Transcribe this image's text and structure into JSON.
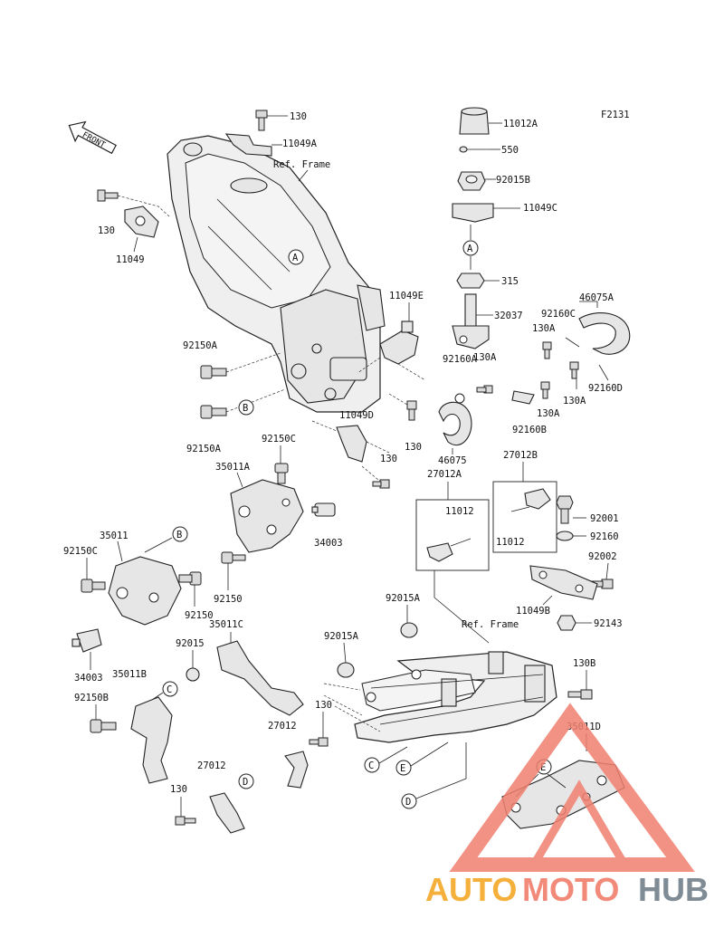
{
  "figure_code": "F2131",
  "front_arrow_label": "FRONT",
  "ref_frame_label": "Ref. Frame",
  "watermark": {
    "text_auto": "AUTO",
    "text_moto": "MOTO",
    "text_hub": "HUB",
    "colors": {
      "auto": "#f5b03c",
      "moto": "#f28a7a",
      "hub": "#7f8c96",
      "triangle": "#f08070"
    }
  },
  "callouts": {
    "a1": "A",
    "a2": "A",
    "b1": "B",
    "b2": "B",
    "c1": "C",
    "c2": "C",
    "d1": "D",
    "d2": "D",
    "e1": "E",
    "e2": "E"
  },
  "parts": {
    "p130_top": "130",
    "p11049A": "11049A",
    "p130_left": "130",
    "p11049": "11049",
    "p11012A": "11012A",
    "p550": "550",
    "p92015B": "92015B",
    "p11049C": "11049C",
    "p315": "315",
    "p32037": "32037",
    "p92160C": "92160C",
    "p46075A": "46075A",
    "p130A_1": "130A",
    "p130A_2": "130A",
    "p130A_3": "130A",
    "p130A_4": "130A",
    "p92160D": "92160D",
    "p92160A": "92160A",
    "p92160B": "92160B",
    "p46075": "46075",
    "p11049E": "11049E",
    "p92150A_1": "92150A",
    "p92150A_2": "92150A",
    "p11049D": "11049D",
    "p130_mid": "130",
    "p130_mid2": "130",
    "p92150C_top": "92150C",
    "p35011A": "35011A",
    "p27012A": "27012A",
    "p27012B": "27012B",
    "p11012_1": "11012",
    "p11012_2": "11012",
    "p92001": "92001",
    "p92160": "92160",
    "p92002": "92002",
    "p11049B": "11049B",
    "p92143": "92143",
    "p34003_1": "34003",
    "p35011": "35011",
    "p92150C_left": "92150C",
    "p92150_1": "92150",
    "p92150_2": "92150",
    "p92015A_1": "92015A",
    "p92015A_2": "92015A",
    "p35011C": "35011C",
    "p92015": "92015",
    "p34003_2": "34003",
    "p35011B": "35011B",
    "p92150B": "92150B",
    "p130B": "130B",
    "p27012_1": "27012",
    "p130_low": "130",
    "p35011D": "35011D",
    "p27012_2": "27012",
    "p130_bottom": "130",
    "ref_frame_bottom": "Ref. Frame"
  }
}
